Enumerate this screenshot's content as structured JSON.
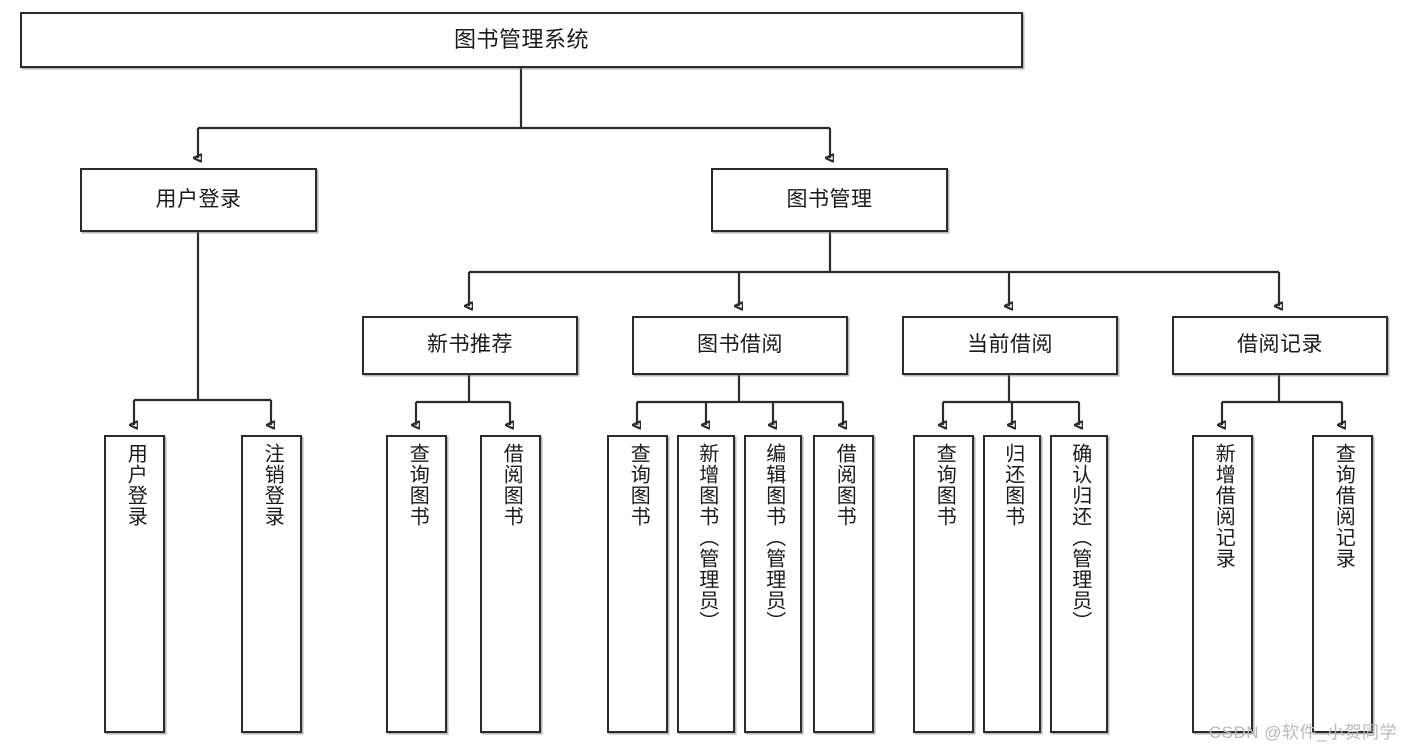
{
  "diagram": {
    "type": "tree",
    "title": "图书管理系统",
    "watermark": "CSDN @软件_小贺同学",
    "palette": {
      "stroke": "#2b2b2b",
      "fill": "#ffffff",
      "text": "#1a1a1a",
      "watermark": "#b9b9b9"
    },
    "nodes": {
      "root": {
        "label": "图书管理系统"
      },
      "level2": [
        {
          "label": "用户登录"
        },
        {
          "label": "图书管理"
        }
      ],
      "level3": [
        {
          "label": "新书推荐"
        },
        {
          "label": "图书借阅"
        },
        {
          "label": "当前借阅"
        },
        {
          "label": "借阅记录"
        }
      ],
      "leaves": {
        "user_login": [
          {
            "label": "用户登录"
          },
          {
            "label": "注销登录"
          }
        ],
        "new_book": [
          {
            "label": "查询图书"
          },
          {
            "label": "借阅图书"
          }
        ],
        "book_borrow": [
          {
            "label": "查询图书"
          },
          {
            "label": "新增图书（管理员）"
          },
          {
            "label": "编辑图书（管理员）"
          },
          {
            "label": "借阅图书"
          }
        ],
        "current_borrow": [
          {
            "label": "查询图书"
          },
          {
            "label": "归还图书"
          },
          {
            "label": "确认归还（管理员）"
          }
        ],
        "borrow_record": [
          {
            "label": "新增借阅记录"
          },
          {
            "label": "查询借阅记录"
          }
        ]
      }
    }
  }
}
